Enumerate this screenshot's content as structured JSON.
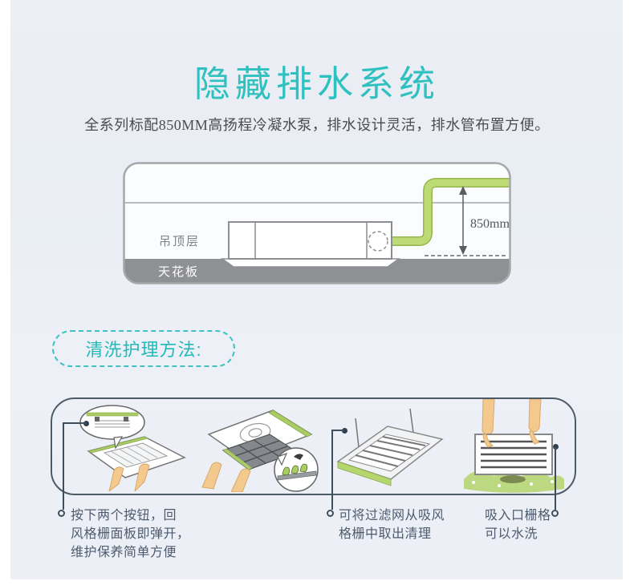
{
  "page": {
    "title": "隐藏排水系统",
    "subtitle": "全系列标配850MM高扬程冷凝水泵，排水设计灵活，排水管布置方便。"
  },
  "diagram": {
    "name": "hidden-drainage-schematic",
    "labels": {
      "ceiling_cavity": "吊顶层",
      "ceiling_board": "天花板",
      "lift_height": "850mm"
    },
    "colors": {
      "pipe_green": "#bcdb74",
      "ceiling_gray": "#8f9094",
      "outline_gray": "#a6a7aa"
    }
  },
  "cleaning": {
    "heading": "清洗护理方法:",
    "illustrations": [
      "press-buttons-panel-open-illustration",
      "remove-filter-from-panel-illustration",
      "intake-grille-frame-illustration",
      "wash-grille-with-water-illustration"
    ],
    "steps": [
      {
        "lines": [
          "按下两个按钮，回",
          "风格栅面板即弹开，",
          "维护保养简单方便"
        ]
      },
      {
        "lines": [
          "可将过滤网从吸风",
          "格栅中取出清理"
        ]
      },
      {
        "lines": [
          "吸入口栅格",
          "可以水洗"
        ]
      }
    ]
  },
  "theme": {
    "accent_teal": "#2fc0c0",
    "caption_text": "#4d5b6e",
    "background": "#edf0f6"
  }
}
